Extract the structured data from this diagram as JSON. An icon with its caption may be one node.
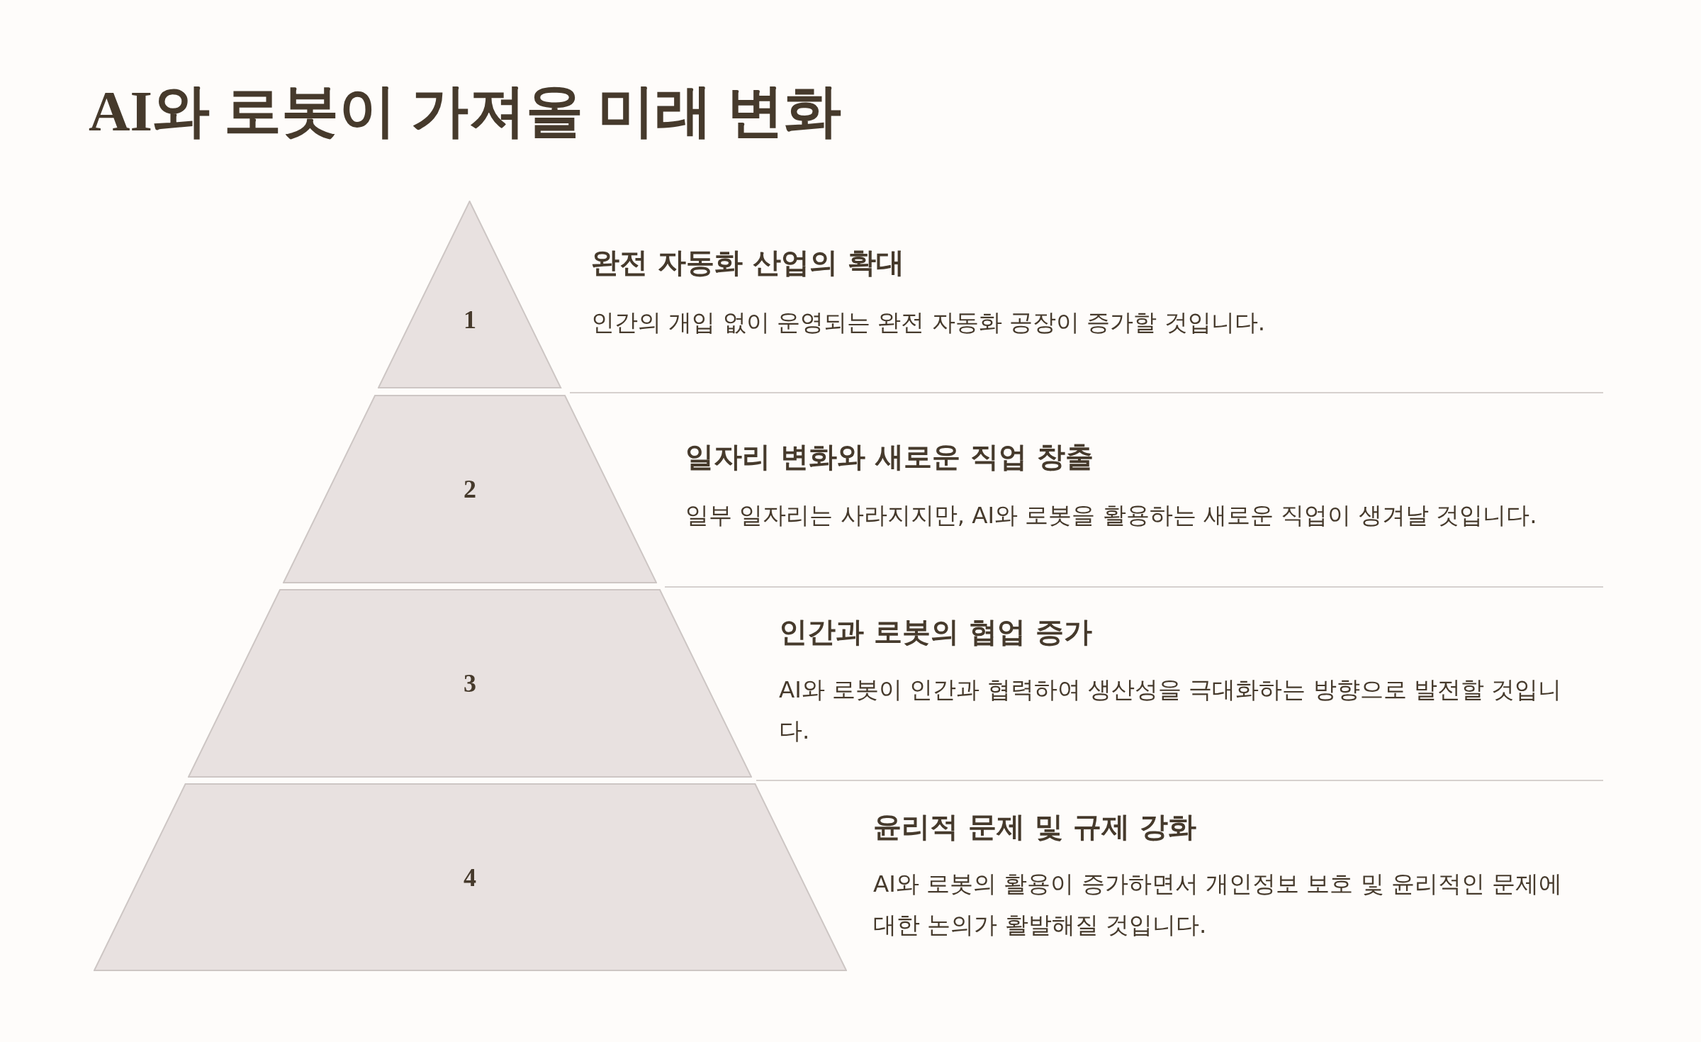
{
  "diagram": {
    "title": "AI와 로봇이 가져올 미래 변화",
    "nodes": [
      {
        "text": [
          "1"
        ],
        "beside": [
          "완전 자동화 산업의 확대",
          "인간의 개입 없이 운영되는 완전 자동화 공장이 증가할 것입니다."
        ]
      },
      {
        "text": [
          "2"
        ],
        "beside": [
          "일자리 변화와 새로운 직업 창출",
          "일부 일자리는 사라지지만, AI와 로봇을 활용하는 새로운 직업이 생겨날 것입니다."
        ]
      },
      {
        "text": [
          "3"
        ],
        "beside": [
          "인간과 로봇의 협업 증가",
          "AI와 로봇이 인간과 협력하여 생산성을 극대화하는 방향으로 발전할 것입니다."
        ]
      },
      {
        "text": [
          "4"
        ],
        "beside": [
          "윤리적 문제 및 규제 강화",
          "AI와 로봇의 활용이 증가하면서 개인정보 보호 및 윤리적인 문제에 대한 논의가 활발해질 것입니다."
        ]
      }
    ]
  }
}
